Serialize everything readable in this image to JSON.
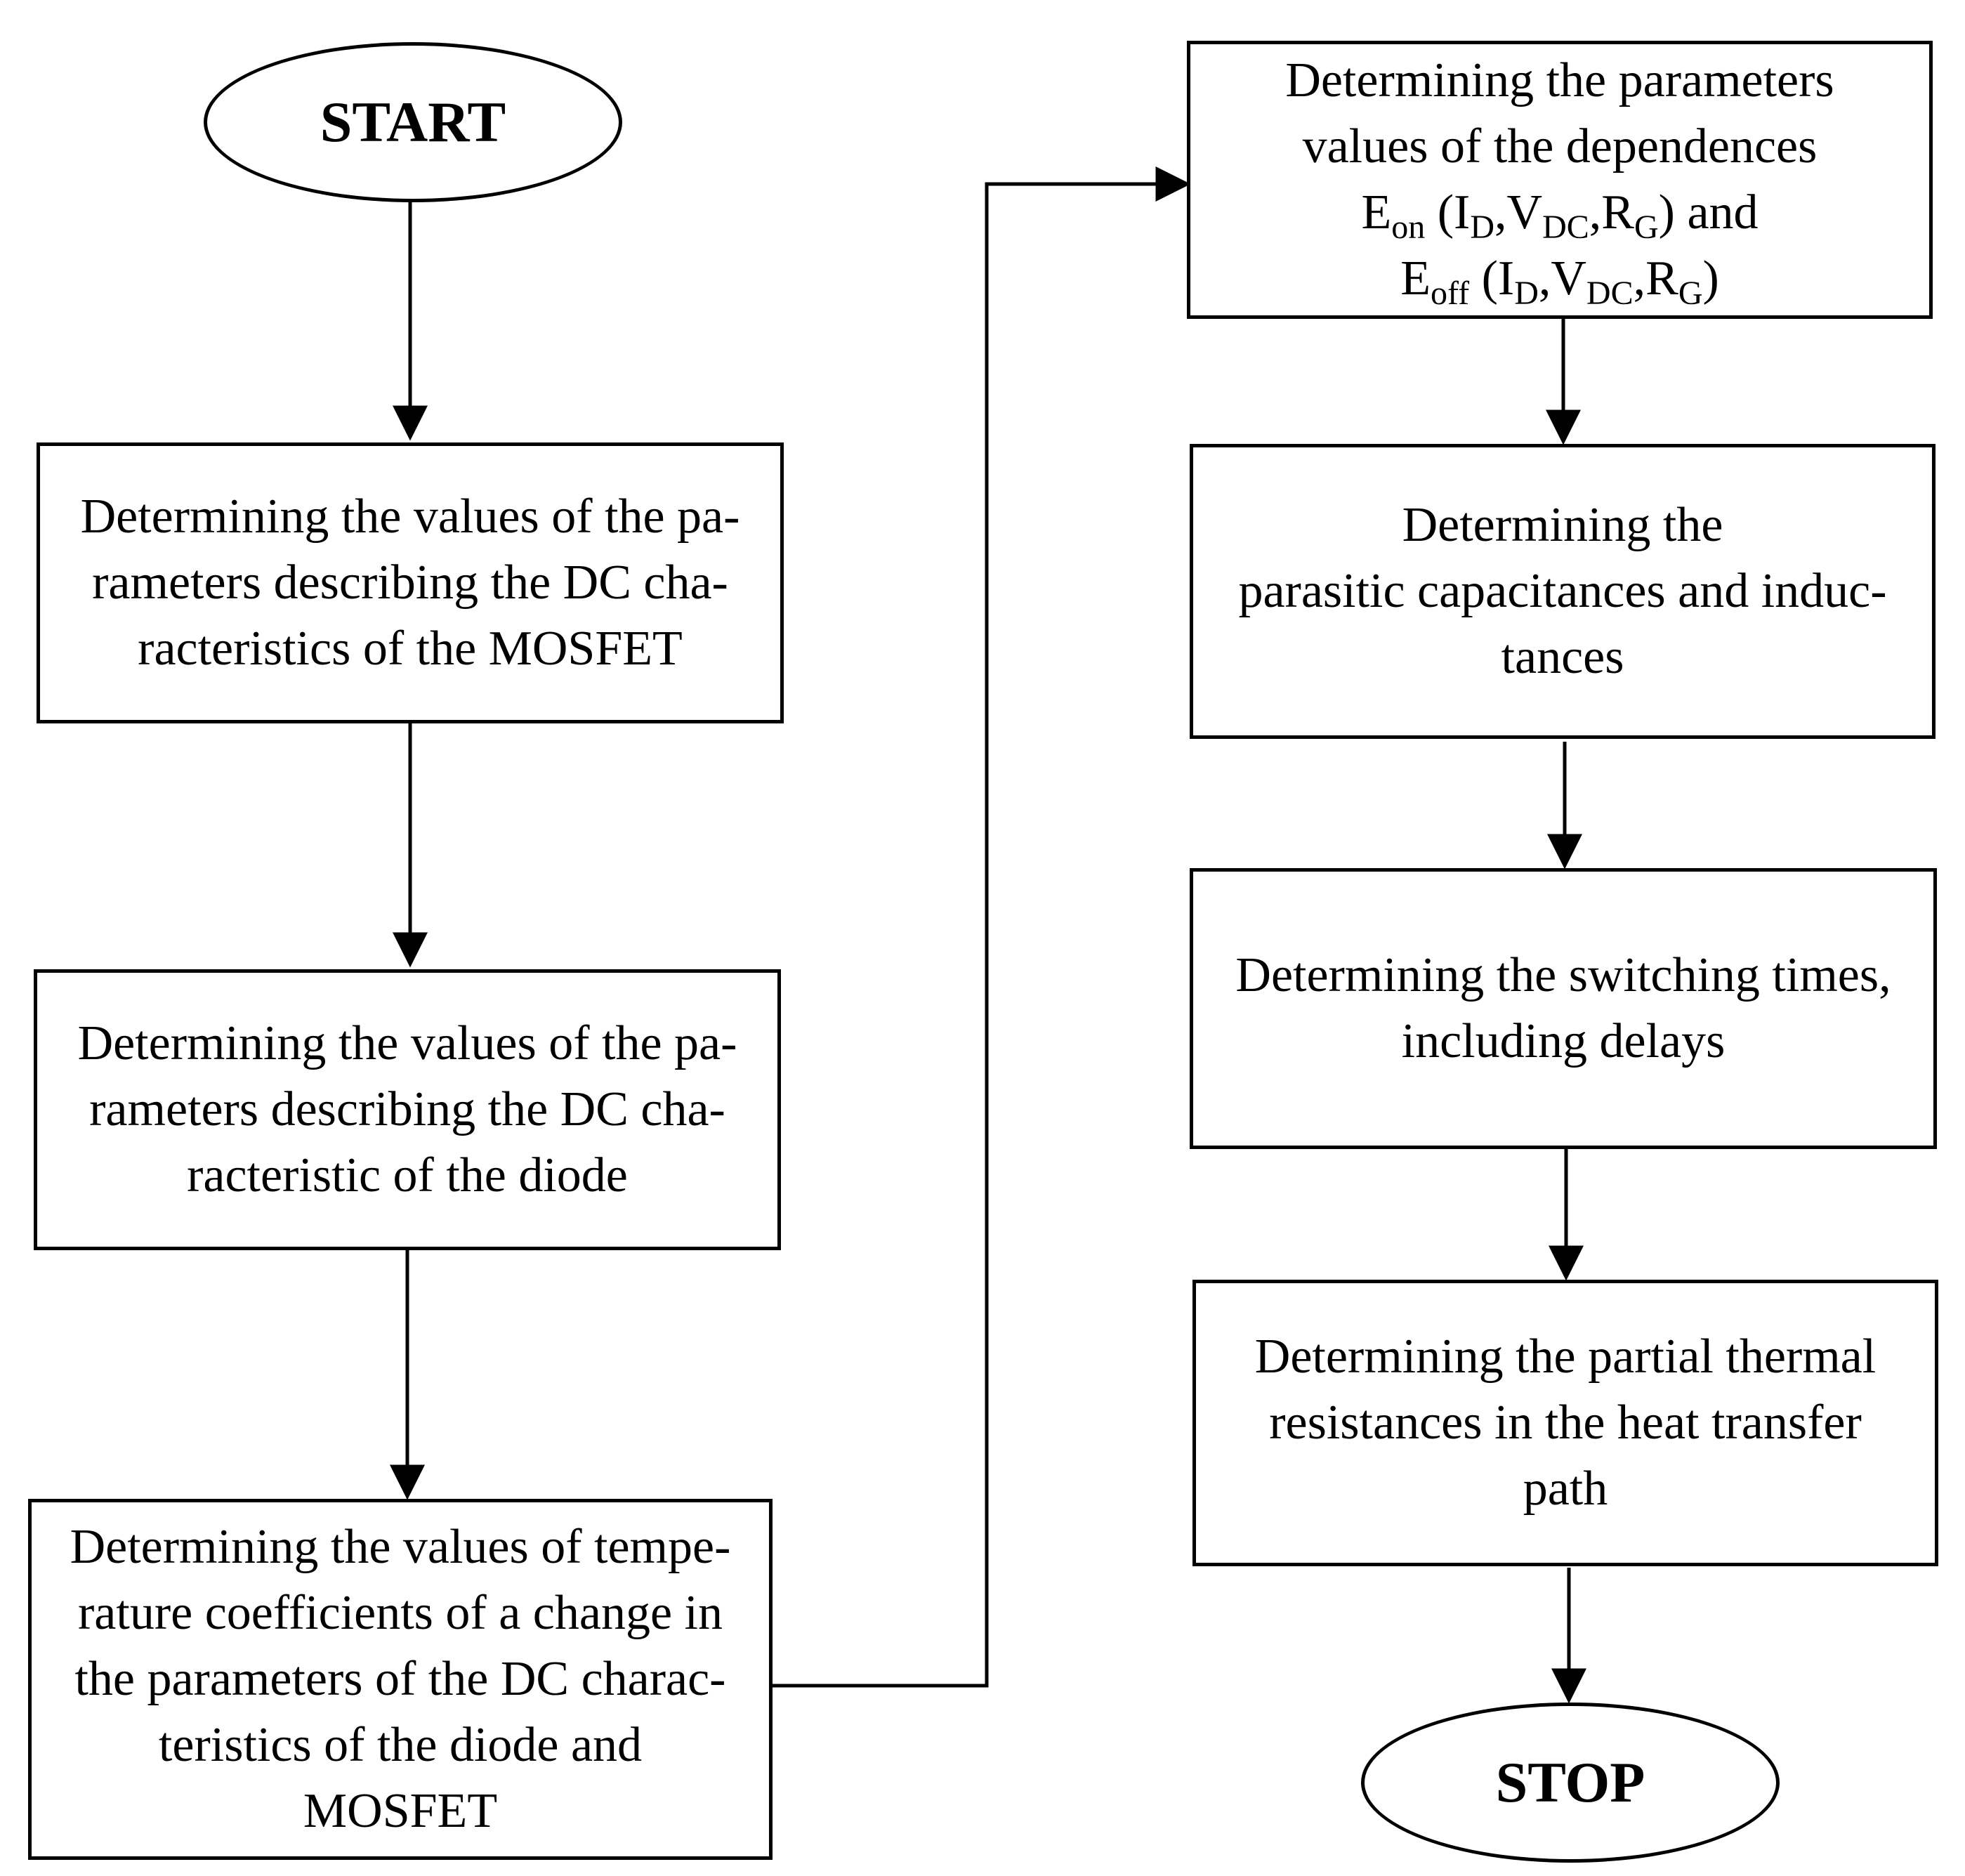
{
  "start_label": "START",
  "stop_label": "STOP",
  "boxes": {
    "mosfet_dc": {
      "lines": [
        "Determining the values of the pa-",
        "rameters describing the DC cha-",
        "racteristics of the MOSFET"
      ]
    },
    "diode_dc": {
      "lines": [
        "Determining the values of the pa-",
        "rameters describing the DC cha-",
        "racteristic of the diode"
      ]
    },
    "temperature": {
      "lines": [
        "Determining the values of tempe-",
        "rature coefficients of a change in",
        "the parameters of the DC charac-",
        "teristics of the diode and",
        "MOSFET"
      ]
    },
    "energy": {
      "lines": [
        "Determining the parameters",
        "values of the dependences"
      ],
      "eon": {
        "symbol": "E",
        "symbol_sub": "on",
        "args": {
          "open": " (I",
          "id_sub": "D",
          "v": ",V",
          "vdc_sub": "DC",
          "r": ",R",
          "rg_sub": "G",
          "close": ") and"
        }
      },
      "eoff": {
        "symbol": "E",
        "symbol_sub": "off",
        "args": {
          "open": " (I",
          "id_sub": "D",
          "v": ",V",
          "vdc_sub": "DC",
          "r": ",R",
          "rg_sub": "G",
          "close": ")"
        }
      }
    },
    "parasitic": {
      "lines": [
        "Determining the",
        "parasitic capacitances and induc-",
        "tances"
      ]
    },
    "switching": {
      "lines": [
        "Determining the switching times,",
        "including delays"
      ]
    },
    "thermal": {
      "lines": [
        "Determining the partial thermal",
        "resistances in the heat transfer",
        "path"
      ]
    }
  }
}
